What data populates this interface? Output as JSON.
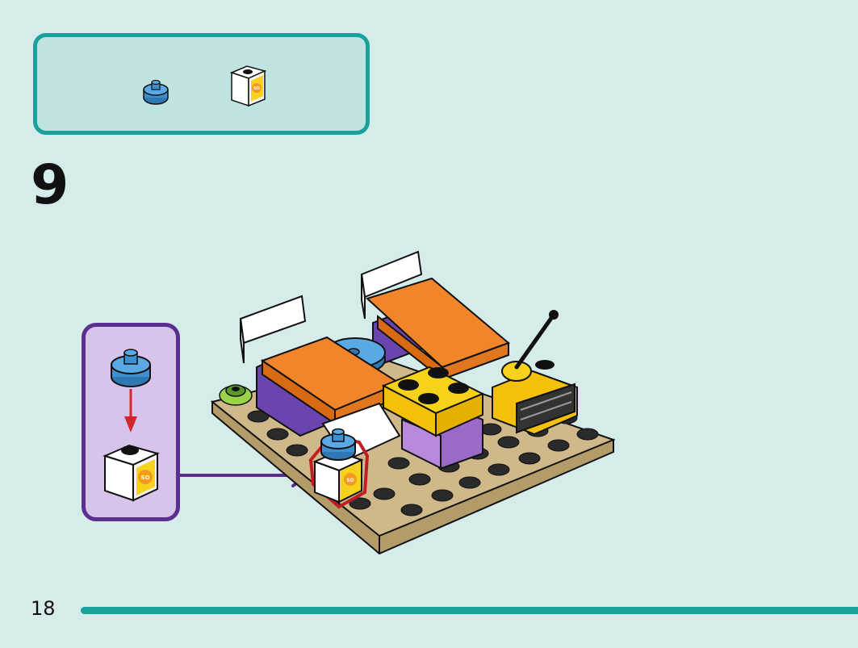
{
  "step": {
    "number": "9"
  },
  "page": {
    "number": "18"
  },
  "parts_list": {
    "items": [
      {
        "icon": "blue-round-stud-icon",
        "color": "#3e8fd0"
      },
      {
        "icon": "sun-printed-white-brick-icon",
        "color": "#ffffff",
        "print": "SO"
      }
    ]
  },
  "subassembly": {
    "arrow_color": "#d4262c",
    "brick_print": "SO"
  },
  "model": {
    "highlight_print": "SO",
    "placement_arrow_color": "#5a2f8f"
  },
  "colors": {
    "accent": "#1aa19b",
    "background": "#d5ecea",
    "subassembly_border": "#5a2f8f",
    "subassembly_fill": "#d8c4ea"
  }
}
